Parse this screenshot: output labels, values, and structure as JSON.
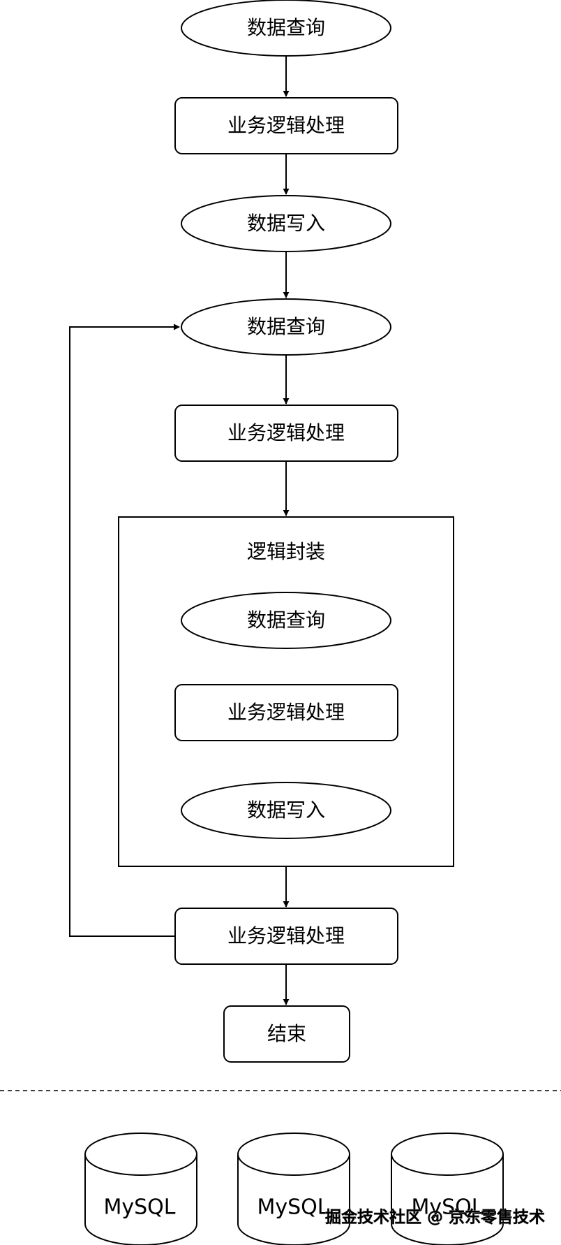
{
  "nodes": {
    "query_1": "数据查询",
    "process_1": "业务逻辑处理",
    "write_1": "数据写入",
    "query_2": "数据查询",
    "process_2": "业务逻辑处理",
    "group_title": "逻辑封装",
    "query_3": "数据查询",
    "process_3": "业务逻辑处理",
    "write_2": "数据写入",
    "process_4": "业务逻辑处理",
    "end": "结束"
  },
  "databases": [
    "MySQL",
    "MySQL",
    "MySQL"
  ],
  "watermark": "掘金技术社区 @ 京东零售技术"
}
